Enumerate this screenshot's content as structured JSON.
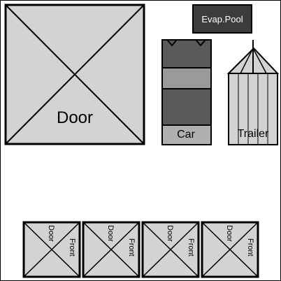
{
  "colors": {
    "background": "#ffffff",
    "outline": "#000000",
    "door_fill": "#d3d3d3",
    "car_dark": "#5a5a5a",
    "car_mid": "#9a9a9a",
    "car_light": "#b0b0b0",
    "trailer_fill": "#d3d3d3",
    "pool_fill": "#3c3c3c",
    "pool_text": "#ffffff"
  },
  "main_door": {
    "label": "Door"
  },
  "evap_pool": {
    "label": "Evap.Pool"
  },
  "car": {
    "label": "Car"
  },
  "trailer": {
    "label": "Trailer"
  },
  "front_doors": [
    {
      "door_label": "Door",
      "front_label": "Front"
    },
    {
      "door_label": "Door",
      "front_label": "Front"
    },
    {
      "door_label": "Door",
      "front_label": "Front"
    },
    {
      "door_label": "Door",
      "front_label": "Front"
    }
  ]
}
